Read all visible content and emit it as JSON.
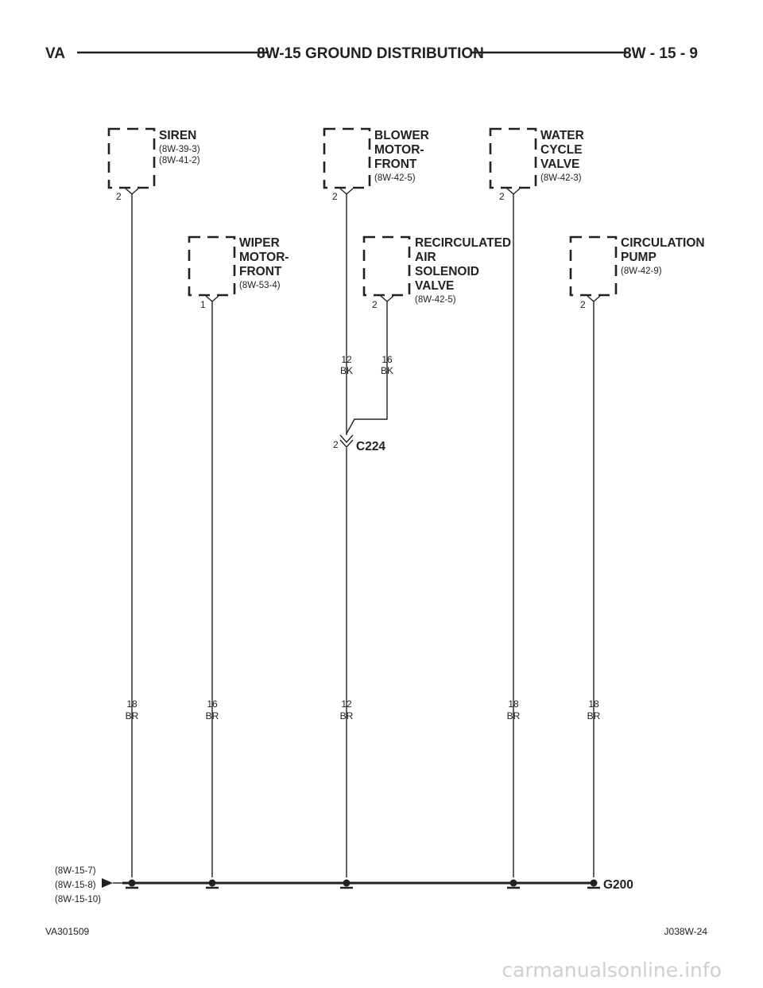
{
  "header": {
    "left": "VA",
    "title": "8W-15 GROUND DISTRIBUTION",
    "page": "8W - 15 - 9"
  },
  "components": {
    "siren": {
      "lines": [
        "SIREN"
      ],
      "refs": [
        "(8W-39-3)",
        "(8W-41-2)"
      ],
      "pin": "2"
    },
    "blower": {
      "lines": [
        "BLOWER",
        "MOTOR-",
        "FRONT"
      ],
      "refs": [
        "(8W-42-5)"
      ],
      "pin": "2"
    },
    "water": {
      "lines": [
        "WATER",
        "CYCLE",
        "VALVE"
      ],
      "refs": [
        "(8W-42-3)"
      ],
      "pin": "2"
    },
    "wiper": {
      "lines": [
        "WIPER",
        "MOTOR-",
        "FRONT"
      ],
      "refs": [
        "(8W-53-4)"
      ],
      "pin": "1"
    },
    "recirc": {
      "lines": [
        "RECIRCULATED",
        "AIR",
        "SOLENOID",
        "VALVE"
      ],
      "refs": [
        "(8W-42-5)"
      ],
      "pin": "2"
    },
    "circ": {
      "lines": [
        "CIRCULATION",
        "PUMP"
      ],
      "refs": [
        "(8W-42-9)"
      ],
      "pin": "2"
    }
  },
  "wires_upper": {
    "blower": {
      "gauge": "12",
      "color": "BK"
    },
    "recirc": {
      "gauge": "16",
      "color": "BK"
    }
  },
  "connector": {
    "name": "C224",
    "pin": "2"
  },
  "wires_lower": {
    "siren": {
      "gauge": "18",
      "color": "BR"
    },
    "wiper": {
      "gauge": "16",
      "color": "BR"
    },
    "blower": {
      "gauge": "12",
      "color": "BR"
    },
    "water": {
      "gauge": "18",
      "color": "BR"
    },
    "circ": {
      "gauge": "18",
      "color": "BR"
    }
  },
  "ground": {
    "name": "G200",
    "refs": [
      "(8W-15-7)",
      "(8W-15-8)",
      "(8W-15-10)"
    ]
  },
  "footer": {
    "left": "VA301509",
    "right": "J038W-24"
  },
  "watermark": "carmanualsonline.info"
}
